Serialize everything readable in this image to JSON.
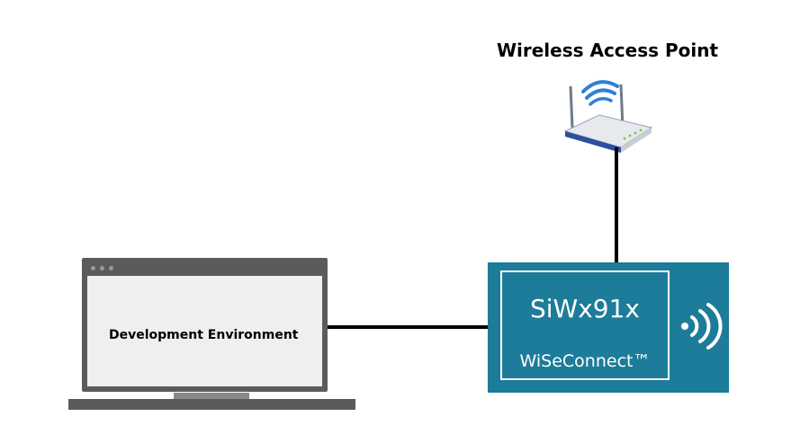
{
  "access_point": {
    "title": "Wireless Access Point",
    "icon": "wireless-router-icon"
  },
  "laptop": {
    "label": "Development Environment",
    "icon": "laptop-icon"
  },
  "module": {
    "name": "SiWx91x",
    "subtitle": "WiSeConnect™",
    "icon": "wifi-signal-icon",
    "color": "#1c7c99"
  },
  "colors": {
    "connector": "#000000",
    "laptop_frame": "#5b5b5b",
    "laptop_screen": "#efefef",
    "router_signal": "#2f7fd6",
    "router_body": "#2d4f9e"
  }
}
